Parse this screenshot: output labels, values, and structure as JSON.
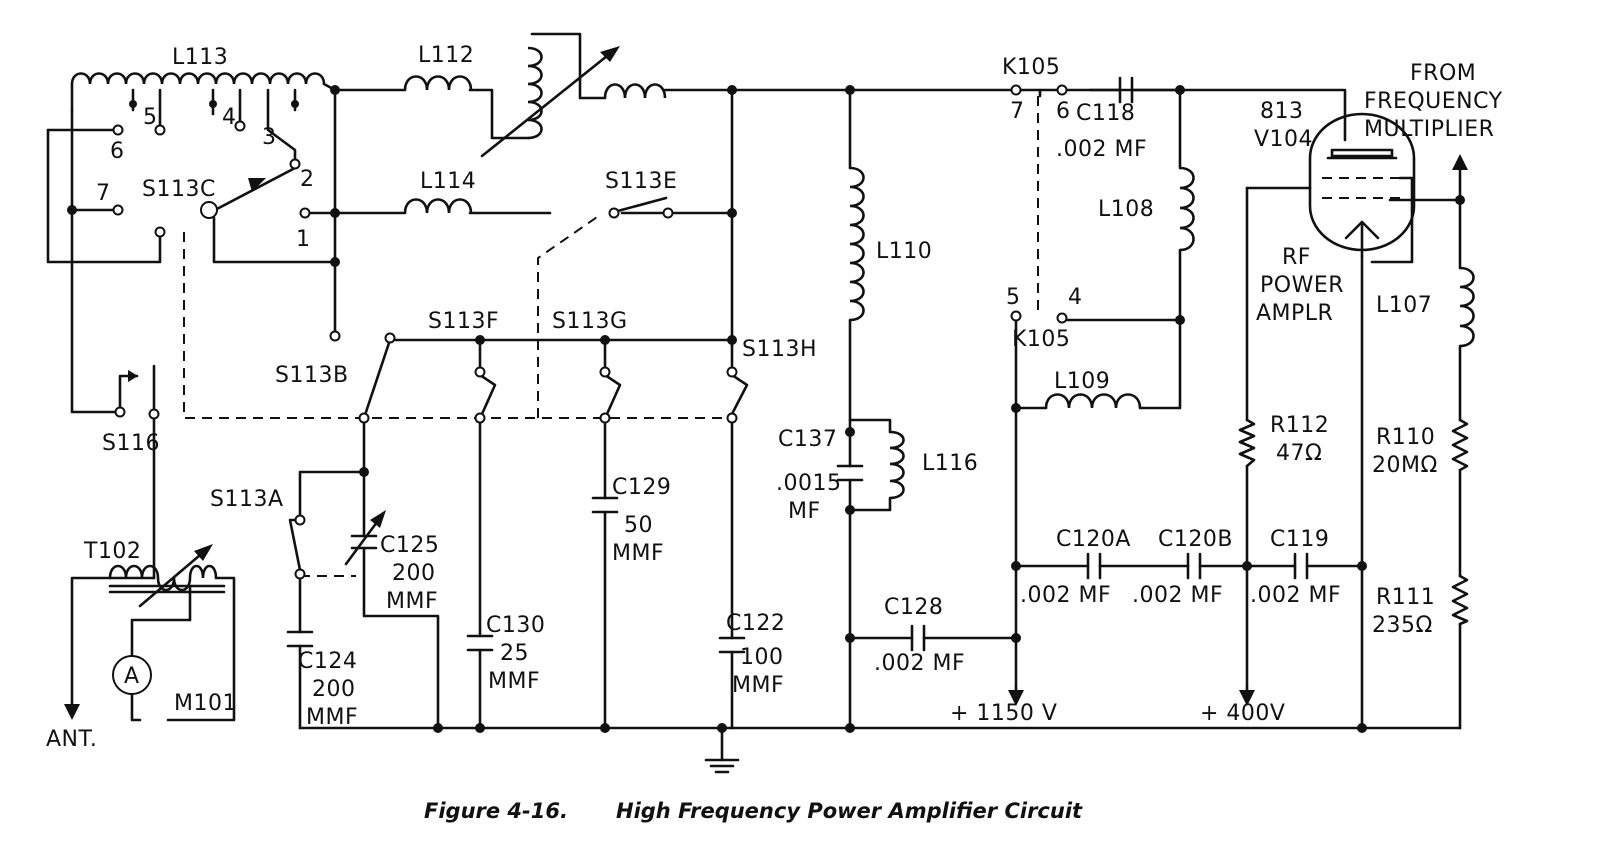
{
  "caption": {
    "figure_number": "Figure 4-16.",
    "title": "High Frequency Power Amplifier Circuit"
  },
  "labels": {
    "l113": "L113",
    "l112": "L112",
    "l114": "L114",
    "l110": "L110",
    "l108": "L108",
    "l109": "L109",
    "l116": "L116",
    "l107": "L107",
    "k105_top": "K105",
    "k105_bot": "K105",
    "k105_pin7": "7",
    "k105_pin6": "6",
    "k105_pin5": "5",
    "k105_pin4": "4",
    "c118": "C118",
    "c118_value": ".002 MF",
    "tube_type": "813",
    "tube_ref": "V104",
    "from1": "FROM",
    "from2": "FREQUENCY",
    "from3": "MULTIPLIER",
    "rf1": "RF",
    "rf2": "POWER",
    "rf3": "AMPLR",
    "s113c": "S113C",
    "s113e": "S113E",
    "s113b": "S113B",
    "s113f": "S113F",
    "s113g": "S113G",
    "s113h": "S113H",
    "s113a": "S113A",
    "s116": "S116",
    "t102": "T102",
    "m101": "M101",
    "meter_letter": "A",
    "ant": "ANT.",
    "tap1": "1",
    "tap2": "2",
    "tap3": "3",
    "tap4": "4",
    "tap5": "5",
    "tap6": "6",
    "tap7": "7",
    "c137": "C137",
    "c137_v1": ".0015",
    "c137_v2": "MF",
    "c129": "C129",
    "c129_v1": "50",
    "c129_v2": "MMF",
    "c125": "C125",
    "c125_v1": "200",
    "c125_v2": "MMF",
    "c124": "C124",
    "c124_v1": "200",
    "c124_v2": "MMF",
    "c130": "C130",
    "c130_v1": "25",
    "c130_v2": "MMF",
    "c122": "C122",
    "c122_v1": "100",
    "c122_v2": "MMF",
    "c128": "C128",
    "c128_value": ".002 MF",
    "c120a": "C120A",
    "c120a_value": ".002 MF",
    "c120b": "C120B",
    "c120b_value": ".002 MF",
    "c119": "C119",
    "c119_value": ".002 MF",
    "r112": "R112",
    "r112_value": "47Ω",
    "r110": "R110",
    "r110_value": "20MΩ",
    "r111": "R111",
    "r111_value": "235Ω",
    "v1150": "+ 1150 V",
    "v400": "+ 400V"
  }
}
